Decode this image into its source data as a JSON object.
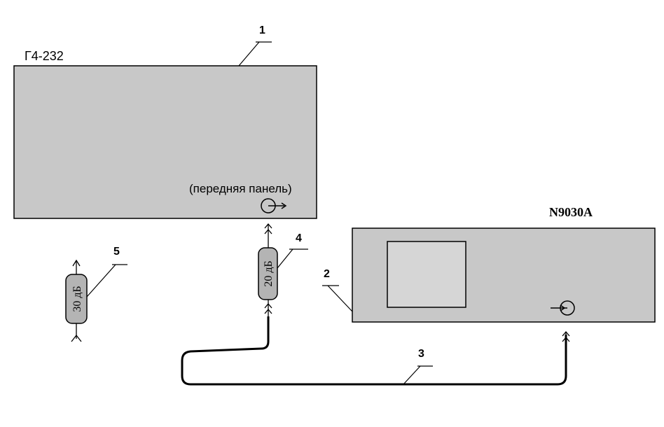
{
  "generator": {
    "name": "Г4-232",
    "panel_note": "(передняя панель)",
    "callout": "1"
  },
  "analyzer": {
    "name": "N9030A",
    "callout": "2"
  },
  "cable": {
    "callout": "3"
  },
  "attenuator_20": {
    "label": "20 дБ",
    "callout": "4"
  },
  "attenuator_30": {
    "label": "30 дБ",
    "callout": "5"
  },
  "colors": {
    "device_fill": "#c8c8c8",
    "attenuator_fill": "#b4b4b4",
    "screen_fill": "#d6d6d6",
    "line": "#000000"
  },
  "icons": {
    "output_connector": "rf-output-connector-icon",
    "input_connector": "rf-input-connector-icon"
  }
}
